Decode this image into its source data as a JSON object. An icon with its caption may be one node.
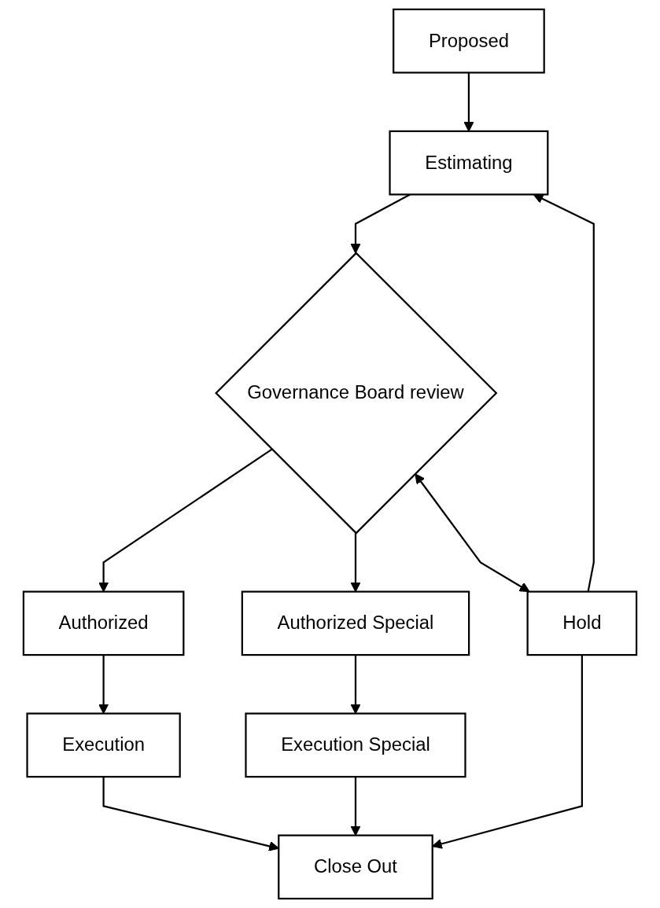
{
  "diagram": {
    "nodes": [
      {
        "text": [
          "Proposed"
        ]
      },
      {
        "text": [
          "Estimating"
        ]
      },
      {
        "text": [
          "Governance Board review"
        ]
      },
      {
        "text": [
          "Hold"
        ]
      },
      {
        "text": [
          "Authorized"
        ]
      },
      {
        "text": [
          "Authorized Special"
        ]
      },
      {
        "text": [
          "Execution"
        ]
      },
      {
        "text": [
          "Execution Special"
        ]
      },
      {
        "text": [
          "Close Out"
        ]
      }
    ],
    "edges": [
      {
        "from": 0,
        "to": 1,
        "arrow": "to"
      },
      {
        "from": 1,
        "to": 2,
        "arrow": "to"
      },
      {
        "from": 2,
        "to": 3,
        "arrow": "both"
      },
      {
        "from": 3,
        "to": 1,
        "arrow": "to"
      },
      {
        "from": 2,
        "to": 4,
        "arrow": "to"
      },
      {
        "from": 2,
        "to": 5,
        "arrow": "to"
      },
      {
        "from": 4,
        "to": 6,
        "arrow": "to"
      },
      {
        "from": 5,
        "to": 7,
        "arrow": "to"
      },
      {
        "from": 6,
        "to": 8,
        "arrow": "to"
      },
      {
        "from": 7,
        "to": 8,
        "arrow": "to"
      },
      {
        "from": 3,
        "to": 8,
        "arrow": "to"
      }
    ]
  }
}
